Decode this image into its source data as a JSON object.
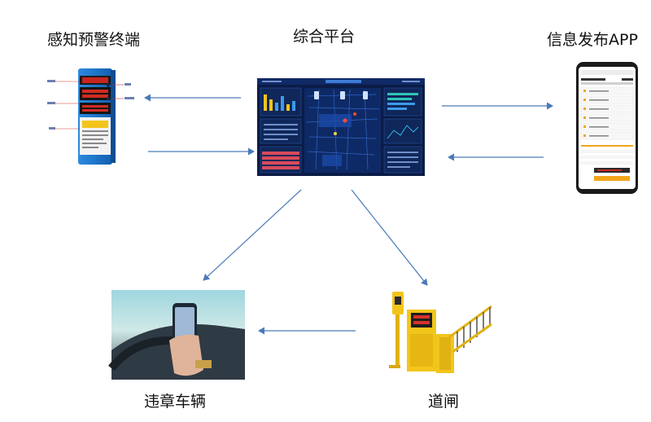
{
  "nodes": {
    "sensor_terminal": {
      "label": "感知预警终端"
    },
    "platform": {
      "label": "综合平台"
    },
    "app": {
      "label": "信息发布APP"
    },
    "vehicle": {
      "label": "违章车辆"
    },
    "gate": {
      "label": "道闸"
    }
  },
  "colors": {
    "arrow": "#4a7ab8",
    "device_blue": "#1a74c9",
    "dashboard_bg": "#0b1c46",
    "gate_yellow": "#f3c51b"
  },
  "edges": [
    {
      "from": "platform",
      "to": "sensor_terminal"
    },
    {
      "from": "sensor_terminal",
      "to": "platform"
    },
    {
      "from": "platform",
      "to": "app"
    },
    {
      "from": "app",
      "to": "platform"
    },
    {
      "from": "platform",
      "to": "vehicle"
    },
    {
      "from": "platform",
      "to": "gate"
    },
    {
      "from": "gate",
      "to": "vehicle"
    }
  ]
}
